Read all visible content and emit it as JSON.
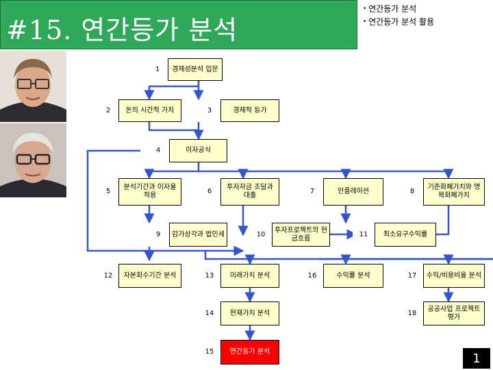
{
  "header": {
    "title": "#15. 연간등가 분석"
  },
  "bullets": [
    "연간등가 분석",
    "연간등가 분석 활용"
  ],
  "nodes": [
    {
      "num": "1",
      "label": "경제성분석 입문"
    },
    {
      "num": "2",
      "label": "돈의 시간적 가치"
    },
    {
      "num": "3",
      "label": "경제적 등가"
    },
    {
      "num": "4",
      "label": "이자공식"
    },
    {
      "num": "5",
      "label": "분석기간과 이자율 적용"
    },
    {
      "num": "6",
      "label": "투자자금 조달과 대출"
    },
    {
      "num": "7",
      "label": "인플레이션"
    },
    {
      "num": "8",
      "label": "기준화폐가치와 명목화폐가치"
    },
    {
      "num": "9",
      "label": "감가상각과 법인세"
    },
    {
      "num": "10",
      "label": "투자프로젝트의 현금흐름"
    },
    {
      "num": "11",
      "label": "최소요구수익률"
    },
    {
      "num": "12",
      "label": "자본회수기간 분석"
    },
    {
      "num": "13",
      "label": "미래가치 분석"
    },
    {
      "num": "14",
      "label": "현재가치 분석"
    },
    {
      "num": "15",
      "label": "연간등가 분석"
    },
    {
      "num": "16",
      "label": "수익률 분석"
    },
    {
      "num": "17",
      "label": "수익/비용비율 분석"
    },
    {
      "num": "18",
      "label": "공공사업 프로젝트 평가"
    }
  ],
  "page": {
    "number": "1"
  },
  "colors": {
    "header_bg": "#2fa85a",
    "box_fill": "#ffffcc",
    "highlight_fill": "#ff0000",
    "connector": "#3355cc"
  }
}
